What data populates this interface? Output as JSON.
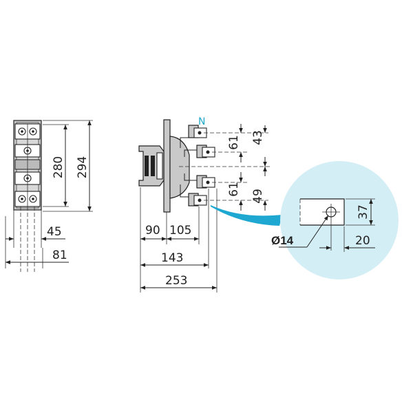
{
  "front_view": {
    "dim_height_inner": "280",
    "dim_height_outer": "294",
    "dim_width_45": "45",
    "dim_width_81": "81"
  },
  "side_view": {
    "phase_label": "N",
    "dim_61_top": "61",
    "dim_43": "43",
    "dim_61_bottom": "61",
    "dim_49": "49",
    "dim_90": "90",
    "dim_105": "105",
    "dim_143": "143",
    "dim_253": "253"
  },
  "detail": {
    "dim_hole_diameter": "Ø14",
    "dim_37": "37",
    "dim_20": "20"
  },
  "colors": {
    "detail_fill": "#d4eef6",
    "pointer": "#1ea7d0",
    "label_n": "#1fa9c9"
  }
}
